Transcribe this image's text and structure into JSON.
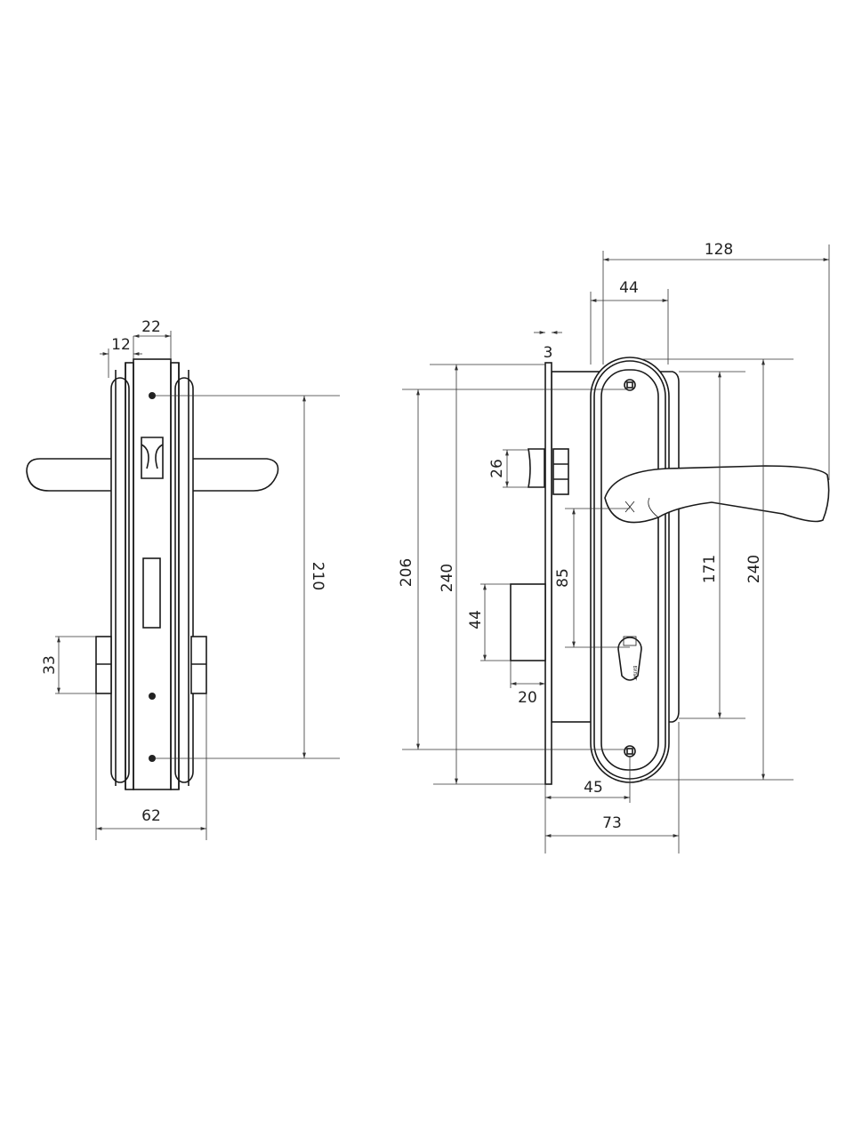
{
  "side_view": {
    "dims": {
      "mortise_width": "22",
      "offset": "12",
      "screw_spacing": "210",
      "cylinder_height": "33",
      "overall_width": "62"
    }
  },
  "front_view": {
    "dims": {
      "handle_projection": "128",
      "plate_width": "44",
      "faceplate_thickness": "3",
      "faceplate_screw_spacing": "206",
      "faceplate_height": "240",
      "latch_height": "26",
      "deadbolt_height": "44",
      "deadbolt_throw": "20",
      "center_distance": "85",
      "body_height": "171",
      "escutcheon_height": "240",
      "backset": "45",
      "body_depth": "73"
    },
    "cylinder_brand": "БУЛАТ"
  }
}
